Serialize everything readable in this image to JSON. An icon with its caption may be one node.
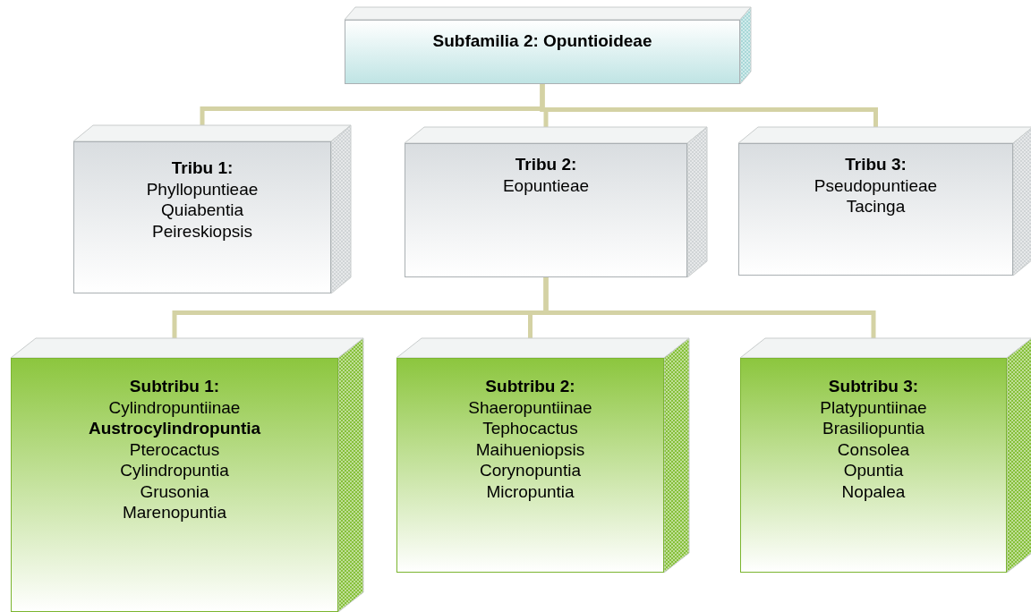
{
  "diagram": {
    "nodes": [
      {
        "text": [
          "Subfamilia 2: Opuntioideae"
        ]
      },
      {
        "text": [
          "Tribu 1:",
          "Phyllopuntieae",
          "Quiabentia",
          "Peireskiopsis"
        ]
      },
      {
        "text": [
          "Tribu 2:",
          "Eopuntieae"
        ]
      },
      {
        "text": [
          "Tribu 3:",
          "Pseudopuntieae",
          "Tacinga"
        ]
      },
      {
        "text": [
          "Subtribu 1:",
          "Cylindropuntiinae",
          "**Austrocylindropuntia**",
          "Pterocactus",
          "Cylindropuntia",
          "Grusonia",
          "Marenopuntia"
        ]
      },
      {
        "text": [
          "Subtribu 2:",
          "Shaeropuntiinae",
          "Tephocactus",
          "Maihueniopsis",
          "Corynopuntia",
          "Micropuntia"
        ]
      },
      {
        "text": [
          "Subtribu 3:",
          "Platypuntiinae",
          "Brasiliopuntia",
          "Consolea",
          "Opuntia",
          "Nopalea"
        ]
      }
    ],
    "edges": [
      {
        "from": 0,
        "to": 1,
        "arrow": "none"
      },
      {
        "from": 0,
        "to": 2,
        "arrow": "none"
      },
      {
        "from": 0,
        "to": 3,
        "arrow": "none"
      },
      {
        "from": 2,
        "to": 4,
        "arrow": "none"
      },
      {
        "from": 2,
        "to": 5,
        "arrow": "none"
      },
      {
        "from": 2,
        "to": 6,
        "arrow": "none"
      }
    ]
  }
}
